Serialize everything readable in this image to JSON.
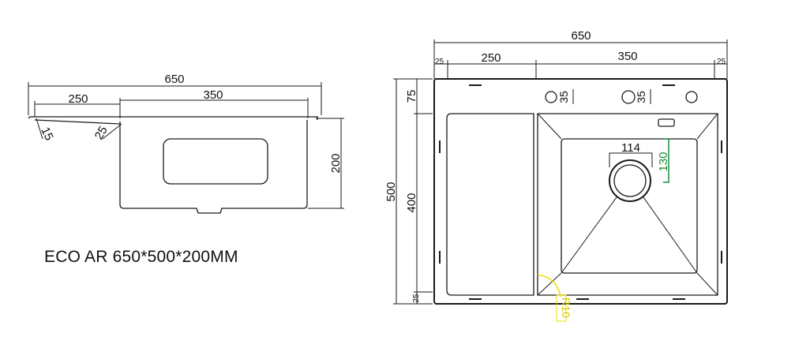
{
  "model": "ECO AR 650*500*200MM",
  "side_view": {
    "overall_width": "650",
    "left_width": "250",
    "right_width": "350",
    "height": "200",
    "angle_small": "15",
    "angle_large": "25"
  },
  "top_view": {
    "overall_width": "650",
    "edge_left": "25",
    "left_width": "250",
    "right_width": "350",
    "edge_right": "25",
    "overall_height": "500",
    "top_margin": "75",
    "inner_height": "400",
    "bottom_margin": "25",
    "hole_offset_1": "35",
    "hole_offset_2": "35",
    "drain_diameter": "114",
    "drain_offset": "130",
    "corner_radius": "R10"
  },
  "colors": {
    "line": "#1a1a1a",
    "green": "#1a8f3a",
    "yellow": "#e8e000"
  }
}
